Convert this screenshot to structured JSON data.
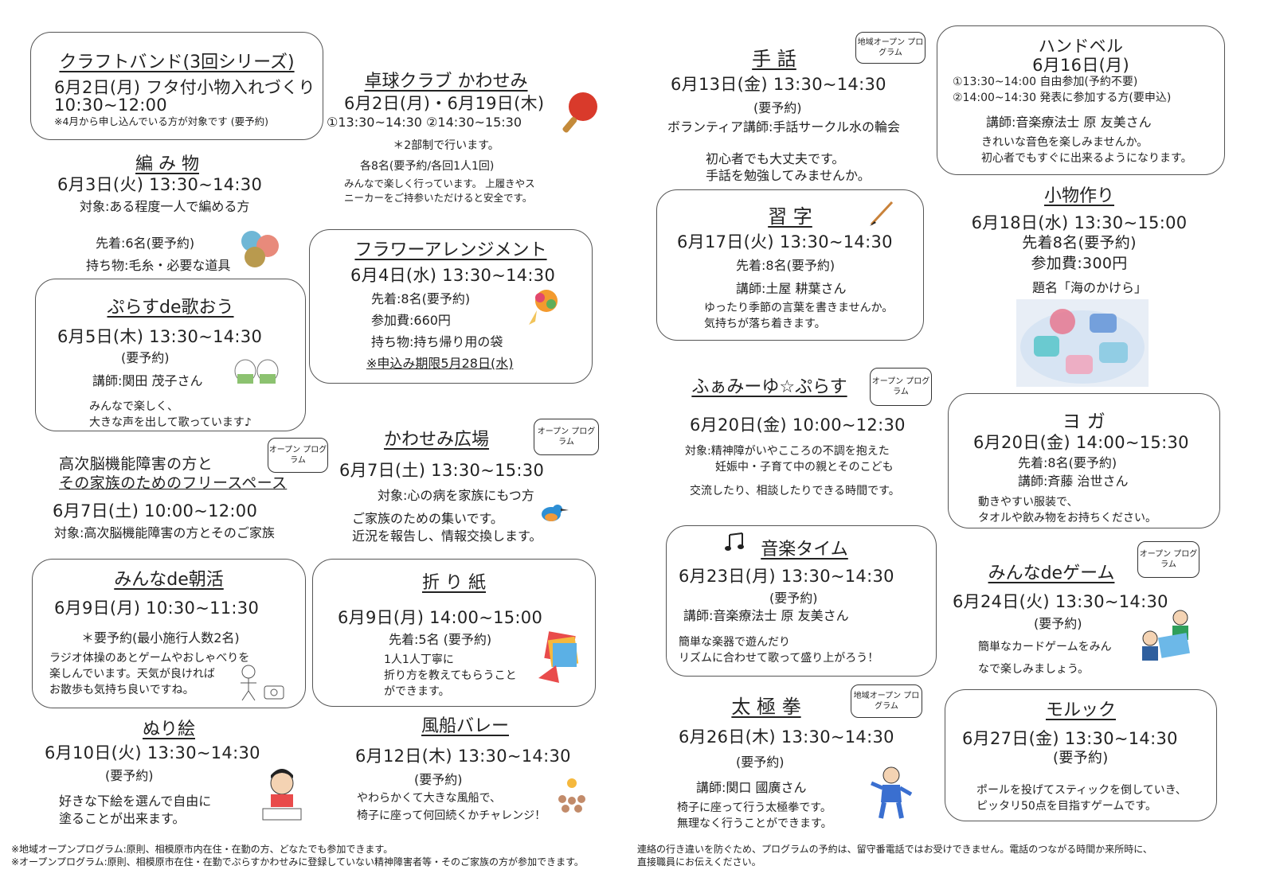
{
  "labels": {
    "chiiki_open": "地域オープン プログラム",
    "open": "オープン プログラム"
  },
  "left": {
    "craft": {
      "title": "クラフトバンド(3回シリーズ)",
      "line1": "6月2日(月) フタ付小物入れづくり",
      "time": "10:30~12:00",
      "note": "※4月から申し込んでいる方が対象です (要予約)"
    },
    "takkyu": {
      "title": "卓球クラブ かわせみ",
      "date": "6月2日(月)・6月19日(木)",
      "times": "①13:30~14:30 ②14:30~15:30",
      "note1": "＊2部制で行います。",
      "note2": "各8名(要予約/各回1人1回)",
      "note3": "みんなで楽しく行っています。 上履きやス",
      "note4": "ニーカーをご持参いただけると安全です。"
    },
    "amimono": {
      "title": "編 み 物",
      "datetime": "6月3日(火) 13:30~14:30",
      "target": "対象:ある程度一人で編める方",
      "capacity": "先着:6名(要予約)",
      "items": "持ち物:毛糸・必要な道具"
    },
    "flower": {
      "title": "フラワーアレンジメント",
      "datetime": "6月4日(水) 13:30~14:30",
      "capacity": "先着:8名(要予約)",
      "fee": "参加費:660円",
      "items": "持ち物:持ち帰り用の袋",
      "deadline": "※申込み期限5月28日(水)"
    },
    "uta": {
      "title": "ぷらすde歌おう",
      "datetime": "6月5日(木) 13:30~14:30",
      "reserve": "(要予約)",
      "teacher": "講師:関田 茂子さん",
      "desc1": "みんなで楽しく、",
      "desc2": "大きな声を出して歌っています♪"
    },
    "kouji": {
      "title1": "高次脳機能障害の方と",
      "title2": "その家族のためのフリースペース",
      "datetime": "6月7日(土) 10:00~12:00",
      "target": "対象:高次脳機能障害の方とそのご家族"
    },
    "hiroba": {
      "title": "かわせみ広場",
      "datetime": "6月7日(土) 13:30~15:30",
      "target": "対象:心の病を家族にもつ方",
      "desc1": "ご家族のための集いです。",
      "desc2": "近況を報告し、情報交換します。"
    },
    "asakatsu": {
      "title": "みんなde朝活",
      "datetime": "6月9日(月) 10:30~11:30",
      "reserve": "＊要予約(最小施行人数2名)",
      "desc1": "ラジオ体操のあとゲームやおしゃべりを",
      "desc2": "楽しんでいます。天気が良ければ",
      "desc3": "お散歩も気持ち良いですね。"
    },
    "origami": {
      "title": "折 り 紙",
      "datetime": "6月9日(月) 14:00~15:00",
      "capacity": "先着:5名 (要予約)",
      "desc1": "1人1人丁寧に",
      "desc2": "折り方を教えてもらうこと",
      "desc3": "ができます。"
    },
    "nurie": {
      "title": "ぬり絵",
      "datetime": "6月10日(火) 13:30~14:30",
      "reserve": "(要予約)",
      "desc1": "好きな下絵を選んで自由に",
      "desc2": "塗ることが出来ます。"
    },
    "fusen": {
      "title": "風船バレー",
      "datetime": "6月12日(木) 13:30~14:30",
      "reserve": "(要予約)",
      "desc1": "やわらかくて大きな風船で、",
      "desc2": "椅子に座って何回続くかチャレンジ！"
    },
    "footer1": "※地域オープンプログラム:原則、相模原市内在住・在勤の方、どなたでも参加できます。",
    "footer2": "※オープンプログラム:原則、相模原市在住・在勤でぷらすかわせみに登録していない精神障害者等・そのご家族の方が参加できます。"
  },
  "right": {
    "shuwa": {
      "title": "手 話",
      "datetime": "6月13日(金) 13:30~14:30",
      "reserve": "(要予約)",
      "teacher": "ボランティア講師:手話サークル水の輪会",
      "desc1": "初心者でも大丈夫です。",
      "desc2": "手話を勉強してみませんか。"
    },
    "handbell": {
      "title": "ハンドベル",
      "date": "6月16日(月)",
      "slot1": "①13:30~14:00 自由参加(予約不要)",
      "slot2": "②14:00~14:30 発表に参加する方(要申込)",
      "teacher": "講師:音楽療法士 原 友美さん",
      "desc1": "きれいな音色を楽しみませんか。",
      "desc2": "初心者でもすぐに出来るようになります。"
    },
    "shuji": {
      "title": "習 字",
      "datetime": "6月17日(火) 13:30~14:30",
      "capacity": "先着:8名(要予約)",
      "teacher": "講師:土屋 耕葉さん",
      "desc1": "ゆったり季節の言葉を書きませんか。",
      "desc2": "気持ちが落ち着きます。"
    },
    "komono": {
      "title": "小物作り",
      "datetime": "6月18日(水) 13:30~15:00",
      "capacity": "先着8名(要予約)",
      "fee": "参加費:300円",
      "theme": "題名「海のかけら」"
    },
    "fami": {
      "title": "ふぁみーゆ☆ぷらす",
      "datetime": "6月20日(金) 10:00~12:30",
      "target1": "対象:精神障がいやこころの不調を抱えた",
      "target2": "妊娠中・子育て中の親とそのこども",
      "desc": "交流したり、相談したりできる時間です。"
    },
    "yoga": {
      "title": "ヨ ガ",
      "datetime": "6月20日(金) 14:00~15:30",
      "capacity": "先着:8名(要予約)",
      "teacher": "講師:斉藤 治世さん",
      "desc1": "動きやすい服装で、",
      "desc2": "タオルや飲み物をお持ちください。"
    },
    "ongaku": {
      "title": "音楽タイム",
      "datetime": "6月23日(月) 13:30~14:30",
      "reserve": "(要予約)",
      "teacher": "講師:音楽療法士 原 友美さん",
      "desc1": "簡単な楽器で遊んだり",
      "desc2": "リズムに合わせて歌って盛り上がろう！"
    },
    "game": {
      "title": "みんなdeゲーム",
      "datetime": "6月24日(火) 13:30~14:30",
      "reserve": "(要予約)",
      "desc1": "簡単なカードゲームをみん",
      "desc2": "なで楽しみましょう。"
    },
    "taikyoku": {
      "title": "太 極 拳",
      "datetime": "6月26日(木) 13:30~14:30",
      "reserve": "(要予約)",
      "teacher": "講師:関口 國廣さん",
      "desc1": "椅子に座って行う太極拳です。",
      "desc2": "無理なく行うことができます。"
    },
    "molkky": {
      "title": "モルック",
      "datetime": "6月27日(金) 13:30~14:30",
      "reserve": "(要予約)",
      "desc1": "ポールを投げてスティックを倒していき、",
      "desc2": "ピッタリ50点を目指すゲームです。"
    },
    "footer1": "連絡の行き違いを防ぐため、プログラムの予約は、留守番電話ではお受けできません。電話のつながる時間か来所時に、",
    "footer2": "直接職員にお伝えください。"
  },
  "colors": {
    "line": "#555555",
    "text": "#222222",
    "paddle": "#d93a2b",
    "bouquet": "#f39a2e"
  }
}
